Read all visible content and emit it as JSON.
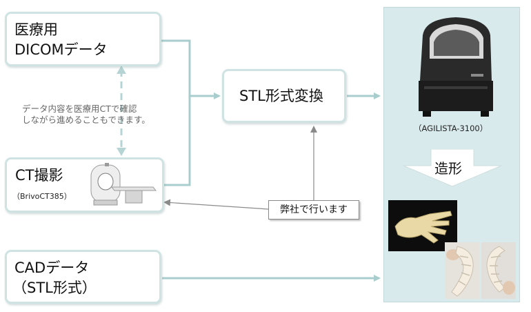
{
  "diagram": {
    "medical_box": {
      "line1": "医療用",
      "line2": "DICOMデータ"
    },
    "ct_box": {
      "title": "CT撮影",
      "model": "（BrivoCT385）"
    },
    "cad_box": {
      "line1": "CADデータ",
      "line2": "（STL形式）"
    },
    "stl_box": {
      "label": "STL形式変換"
    },
    "note": {
      "line1": "データ内容を医療用CTで確認",
      "line2": "しながら進めることもできます。"
    },
    "callout": {
      "label": "弊社で行います"
    },
    "printer_caption": "（AGILISTA-3100）",
    "arrow_label": "造形"
  },
  "colors": {
    "box_border": "#cfe3e3",
    "connector": "#a9cdcd",
    "panel_fill": "#d8eaec",
    "down_arrow": "#ffffff"
  }
}
